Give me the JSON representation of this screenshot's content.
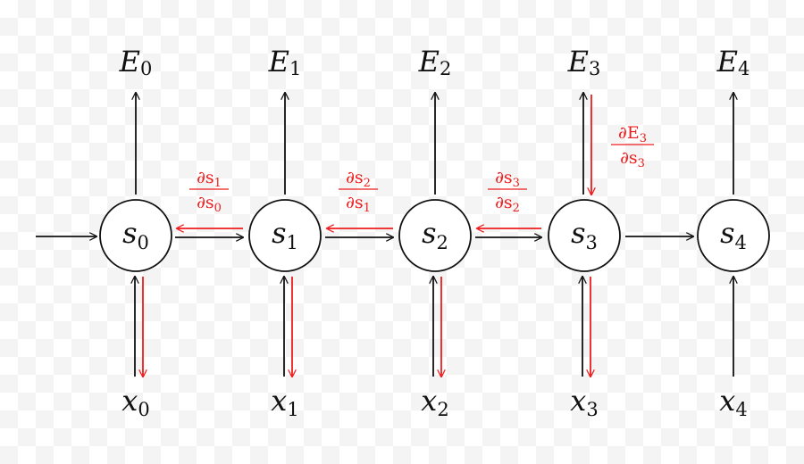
{
  "nodes": [
    {
      "state": "s",
      "state_sub": "0",
      "error": "E",
      "error_sub": "0",
      "input": "x",
      "input_sub": "0"
    },
    {
      "state": "s",
      "state_sub": "1",
      "error": "E",
      "error_sub": "1",
      "input": "x",
      "input_sub": "1"
    },
    {
      "state": "s",
      "state_sub": "2",
      "error": "E",
      "error_sub": "2",
      "input": "x",
      "input_sub": "2"
    },
    {
      "state": "s",
      "state_sub": "3",
      "error": "E",
      "error_sub": "3",
      "input": "x",
      "input_sub": "3"
    },
    {
      "state": "s",
      "state_sub": "4",
      "error": "E",
      "error_sub": "4",
      "input": "x",
      "input_sub": "4"
    }
  ],
  "gradients": [
    {
      "num": "∂s",
      "num_sub": "1",
      "den": "∂s",
      "den_sub": "0"
    },
    {
      "num": "∂s",
      "num_sub": "2",
      "den": "∂s",
      "den_sub": "1"
    },
    {
      "num": "∂s",
      "num_sub": "3",
      "den": "∂s",
      "den_sub": "2"
    }
  ],
  "error_gradient": {
    "num": "∂E",
    "num_sub": "3",
    "den": "∂s",
    "den_sub": "3"
  },
  "colors": {
    "forward": "#111111",
    "backward": "#ee1c1c"
  }
}
